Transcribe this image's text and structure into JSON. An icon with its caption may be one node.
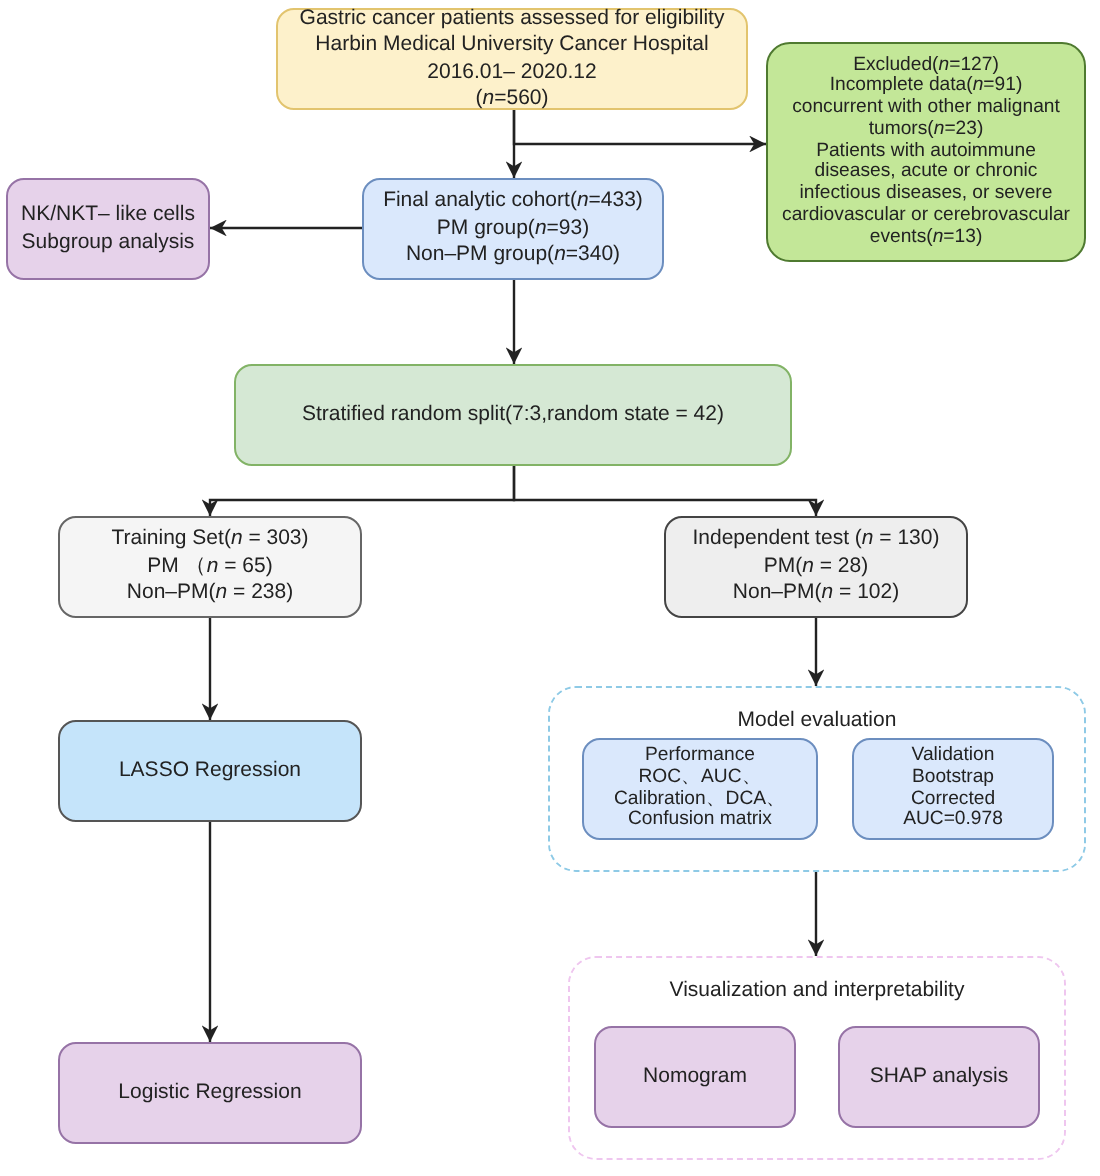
{
  "diagram": {
    "nodes": [
      {
        "text": [
          "Gastric cancer patients assessed for eligibility",
          "Harbin Medical University Cancer Hospital",
          "2016.01– 2020.12",
          "(*n*=560)"
        ]
      },
      {
        "text": [
          "Excluded(*n*=127)",
          "Incomplete data(*n*=91)",
          "concurrent with other malignant tumors(*n*=23)",
          "Patients with autoimmune diseases, acute or chronic infectious diseases, or severe cardiovascular or cerebrovascular events(*n*=13)"
        ]
      },
      {
        "text": [
          "Final analytic cohort(*n*=433)",
          "PM group(*n*=93)",
          "Non–PM group(*n*=340)"
        ]
      },
      {
        "text": [
          "NK/NKT– like cells",
          "Subgroup analysis"
        ]
      },
      {
        "text": [
          "Stratified random split(7:3,random state = 42)"
        ]
      },
      {
        "text": [
          "Training Set(*n* = 303)",
          "PM （*n* = 65)",
          "Non–PM(*n* = 238)"
        ]
      },
      {
        "text": [
          "Independent test (*n* = 130)",
          "PM(*n* = 28)",
          "Non–PM(*n* = 102)"
        ]
      },
      {
        "text": [
          "LASSO Regression"
        ]
      },
      {
        "text": [
          "Model evaluation"
        ]
      },
      {
        "text": [
          "Performance",
          "ROC、AUC、Calibration、DCA、Confusion matrix"
        ],
        "in": 8
      },
      {
        "text": [
          "Validation",
          "Bootstrap",
          "Corrected AUC=0.978"
        ],
        "in": 8
      },
      {
        "text": [
          "Logistic Regression"
        ]
      },
      {
        "text": [
          "Visualization and interpretability"
        ]
      },
      {
        "text": [
          "Nomogram"
        ],
        "in": 12
      },
      {
        "text": [
          "SHAP analysis"
        ],
        "in": 12
      }
    ],
    "edges": [
      {
        "from": 0,
        "to": 2,
        "arrow": "to"
      },
      {
        "from": 0,
        "to": 1,
        "arrow": "to"
      },
      {
        "from": 2,
        "to": 3,
        "arrow": "to"
      },
      {
        "from": 2,
        "to": 4,
        "arrow": "to"
      },
      {
        "from": 4,
        "to": 5,
        "arrow": "to"
      },
      {
        "from": 4,
        "to": 6,
        "arrow": "to"
      },
      {
        "from": 5,
        "to": 7,
        "arrow": "to"
      },
      {
        "from": 6,
        "to": 8,
        "arrow": "to"
      },
      {
        "from": 7,
        "to": 11,
        "arrow": "to"
      },
      {
        "from": 8,
        "to": 12,
        "arrow": "to"
      }
    ]
  }
}
